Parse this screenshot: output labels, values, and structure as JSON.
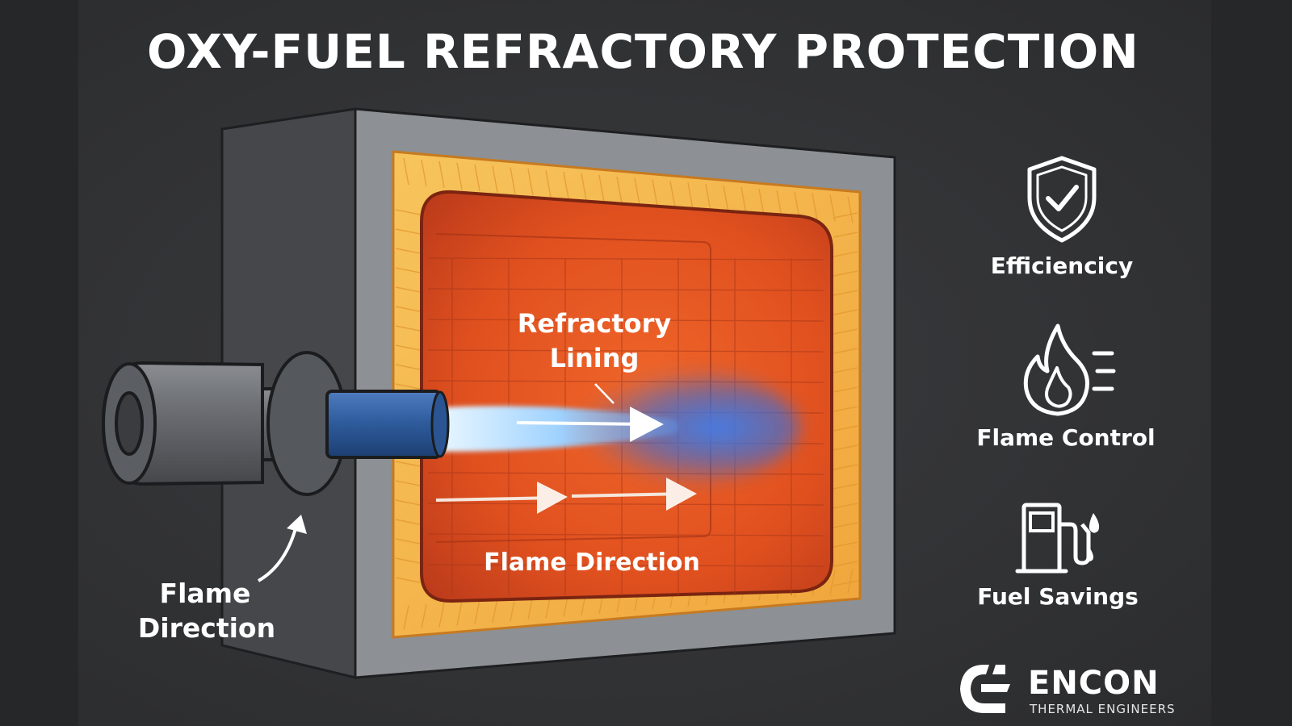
{
  "title": "OXY-FUEL REFRACTORY PROTECTION",
  "labels": {
    "refractory_lining_line1": "Refractory",
    "refractory_lining_line2": "Lining",
    "flame_direction_inner": "Flame Direction",
    "flame_direction_outer_line1": "Flame",
    "flame_direction_outer_line2": "Direction"
  },
  "features": [
    {
      "label": "Efficiencicy",
      "icon": "shield-check-icon"
    },
    {
      "label": "Flame Control",
      "icon": "flame-icon"
    },
    {
      "label": "Fuel Savings",
      "icon": "fuel-pump-icon"
    }
  ],
  "brand": {
    "name": "ENCON",
    "tagline": "THERMAL ENGINEERS",
    "icon": "encon-logo-icon"
  },
  "colors": {
    "background": "#2f3032",
    "refractory_orange": "#e0501f",
    "insulation_yellow": "#f5b54a",
    "steel_shell": "#8d9094",
    "flame_blue": "#3f8ff0"
  }
}
